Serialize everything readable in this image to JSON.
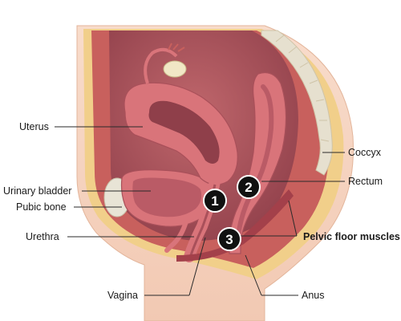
{
  "labels": {
    "uterus": "Uterus",
    "urinary_bladder": "Urinary bladder",
    "pubic_bone": "Pubic bone",
    "urethra": "Urethra",
    "vagina": "Vagina",
    "coccyx": "Coccyx",
    "rectum": "Rectum",
    "pelvic_floor_muscles": "Pelvic floor muscles",
    "anus": "Anus"
  },
  "markers": {
    "m1": "1",
    "m2": "2",
    "m3": "3"
  },
  "colors": {
    "skin": "#f6d7c3",
    "fat": "#f1cf8a",
    "muscle": "#c8605d",
    "cavity": "#a14d55",
    "organ_wall": "#d9747a",
    "organ_inner": "#ba5b66",
    "spine": "#e6e0cf",
    "marker": "#111111"
  }
}
